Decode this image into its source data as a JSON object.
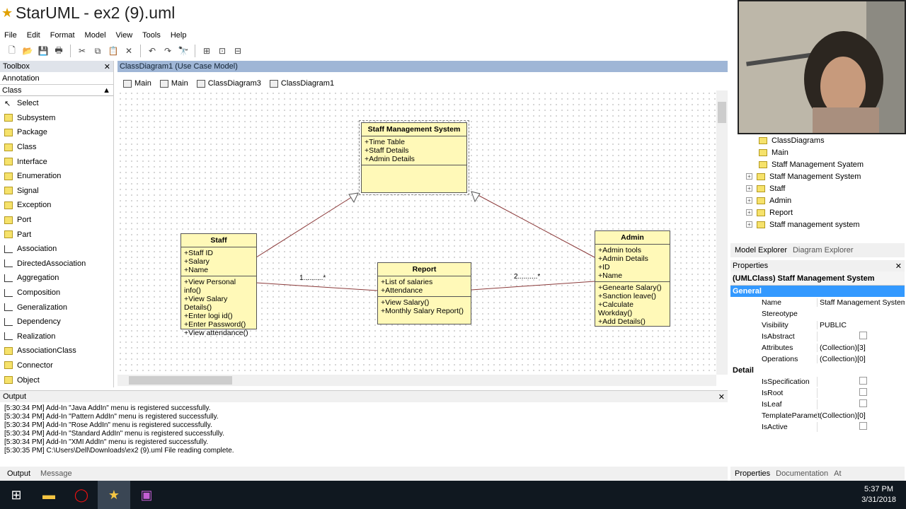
{
  "window": {
    "title": "StarUML - ex2 (9).uml"
  },
  "menu": [
    "File",
    "Edit",
    "Format",
    "Model",
    "View",
    "Tools",
    "Help"
  ],
  "toolbox": {
    "title": "Toolbox",
    "annotation_label": "Annotation",
    "class_label": "Class",
    "items": [
      "Select",
      "Subsystem",
      "Package",
      "Class",
      "Interface",
      "Enumeration",
      "Signal",
      "Exception",
      "Port",
      "Part",
      "Association",
      "DirectedAssociation",
      "Aggregation",
      "Composition",
      "Generalization",
      "Dependency",
      "Realization",
      "AssociationClass",
      "Connector",
      "Object"
    ]
  },
  "diagram": {
    "header": "ClassDiagram1 (Use Case Model)",
    "tabs": [
      "Main",
      "Main",
      "ClassDiagram3",
      "ClassDiagram1"
    ],
    "classes": {
      "sms": {
        "name": "Staff Management System",
        "attributes": [
          "+Time Table",
          "+Staff Details",
          "+Admin Details"
        ],
        "operations": []
      },
      "staff": {
        "name": "Staff",
        "attributes": [
          "+Staff ID",
          "+Salary",
          "+Name"
        ],
        "operations": [
          "+View Personal info()",
          "+View Salary Details()",
          "+Enter logi id()",
          "+Enter Password()",
          "+View attendance()"
        ]
      },
      "report": {
        "name": "Report",
        "attributes": [
          "+List of salaries",
          "+Attendance"
        ],
        "operations": [
          "+View Salary()",
          "+Monthly Salary Report()"
        ]
      },
      "admin": {
        "name": "Admin",
        "attributes": [
          "+Admin tools",
          "+Admin Details",
          "+ID",
          "+Name"
        ],
        "operations": [
          "+Genearte Salary()",
          "+Sanction leave()",
          "+Calculate Workday()",
          "+Add Details()"
        ]
      }
    },
    "multiplicity_left": "1..........*",
    "multiplicity_right": "2..........*"
  },
  "explorer": {
    "items": [
      "ClassDiagrams",
      "Main",
      "Staff Management Syatem",
      "Staff Management System",
      "Staff",
      "Admin",
      "Report",
      "Staff management system"
    ],
    "tabs": [
      "Model Explorer",
      "Diagram Explorer"
    ]
  },
  "properties": {
    "title": "Properties",
    "subject": "(UMLClass) Staff Management System",
    "general_label": "General",
    "detail_label": "Detail",
    "general": [
      {
        "k": "Name",
        "v": "Staff Management System"
      },
      {
        "k": "Stereotype",
        "v": ""
      },
      {
        "k": "Visibility",
        "v": "PUBLIC"
      },
      {
        "k": "IsAbstract",
        "v": ""
      },
      {
        "k": "Attributes",
        "v": "(Collection)[3]"
      },
      {
        "k": "Operations",
        "v": "(Collection)[0]"
      }
    ],
    "detail": [
      {
        "k": "IsSpecification",
        "v": ""
      },
      {
        "k": "IsRoot",
        "v": ""
      },
      {
        "k": "IsLeaf",
        "v": ""
      },
      {
        "k": "TemplateParamet",
        "v": "(Collection)[0]"
      },
      {
        "k": "IsActive",
        "v": ""
      }
    ],
    "tabs": [
      "Properties",
      "Documentation",
      "At"
    ]
  },
  "output": {
    "title": "Output",
    "lines": [
      "[5:30:34 PM]  Add-In \"Java AddIn\" menu is registered successfully.",
      "[5:30:34 PM]  Add-In \"Pattern AddIn\" menu is registered successfully.",
      "[5:30:34 PM]  Add-In \"Rose AddIn\" menu is registered successfully.",
      "[5:30:34 PM]  Add-In \"Standard AddIn\" menu is registered successfully.",
      "[5:30:34 PM]  Add-In \"XMI AddIn\" menu is registered successfully.",
      "[5:30:35 PM]  C:\\Users\\Dell\\Downloads\\ex2 (9).uml File reading complete."
    ],
    "tabs": [
      "Output",
      "Message"
    ]
  },
  "taskbar": {
    "time": "5:37 PM",
    "date": "3/31/2018"
  }
}
